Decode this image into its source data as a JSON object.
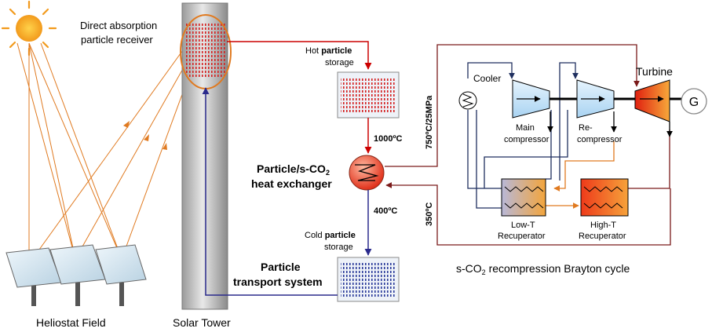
{
  "labels": {
    "receiver_line1": "Direct absorption",
    "receiver_line2": "particle receiver",
    "hot_storage_pre": "Hot ",
    "hot_storage_bold": "particle",
    "hot_storage_line2": "storage",
    "temp_1000": "1000ºC",
    "hx_line1": "Particle/s-CO",
    "hx_sub": "2",
    "hx_line2": "heat exchanger",
    "temp_400": "400ºC",
    "cold_storage_pre": "Cold ",
    "cold_storage_bold": "particle",
    "cold_storage_line2": "storage",
    "transport_line1": "Particle",
    "transport_line2": "transport system",
    "heliostat_field": "Heliostat Field",
    "solar_tower": "Solar Tower",
    "condition_750": "750ºC/25MPa",
    "condition_350": "350ºC",
    "cooler": "Cooler",
    "main_comp_line1": "Main",
    "main_comp_line2": "compressor",
    "recomp_line1": "Re-",
    "recomp_line2": "compressor",
    "turbine": "Turbine",
    "generator": "G",
    "lowt_line1": "Low-T",
    "lowt_line2": "Recuperator",
    "hight_line1": "High-T",
    "hight_line2": "Recuperator",
    "cycle_pre": "s-CO",
    "cycle_sub": "2",
    "cycle_post": " recompression Brayton cycle"
  },
  "colors": {
    "sun": "#F5A623",
    "sun_ray": "#E07A20",
    "hot_line": "#CC0000",
    "cold_line": "#2A2A8C",
    "co2_loop": "#7A1A1A",
    "turbomachinery_blue": "#C8E4F8",
    "flow_navy": "#1F2F5F",
    "orange_flow": "#E07A20",
    "tower_gray": "#B8B8B8"
  }
}
